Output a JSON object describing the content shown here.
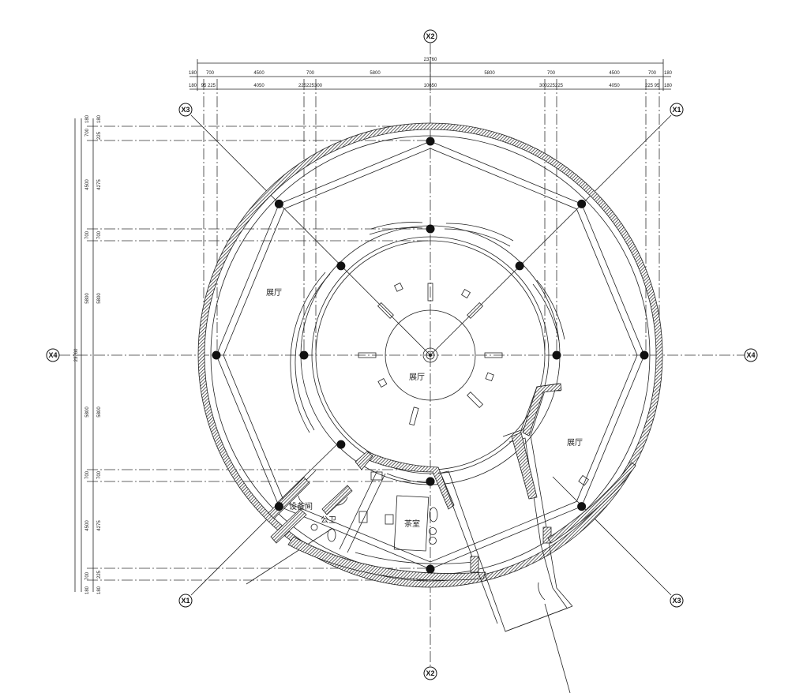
{
  "title": "展厅平面图",
  "axes": {
    "x1": "X1",
    "x2": "X2",
    "x3": "X3",
    "x4": "X4"
  },
  "rooms": {
    "hall_west": "展厅",
    "hall_center": "展厅",
    "hall_east": "展厅",
    "equipment": "设备间",
    "toilet": "公卫",
    "tea": "茶室"
  },
  "dims": {
    "overall_width": "23760",
    "overall_height": "23760",
    "top_row1": [
      "180",
      "700",
      "4500",
      "700",
      "5800",
      "5800",
      "700",
      "4500",
      "700",
      "180"
    ],
    "top_row2": [
      "180",
      "95",
      "225",
      "4050",
      "225",
      "225",
      "300",
      "10650",
      "300",
      "225",
      "225",
      "4050",
      "225",
      "95",
      "180"
    ],
    "left_col1": [
      "180",
      "700",
      "4500",
      "700",
      "5800",
      "5800",
      "700",
      "4500",
      "700",
      "180"
    ],
    "left_col2": [
      "180",
      "225",
      "4275",
      "700",
      "5800",
      "5800",
      "700",
      "4275",
      "225",
      "180"
    ]
  }
}
